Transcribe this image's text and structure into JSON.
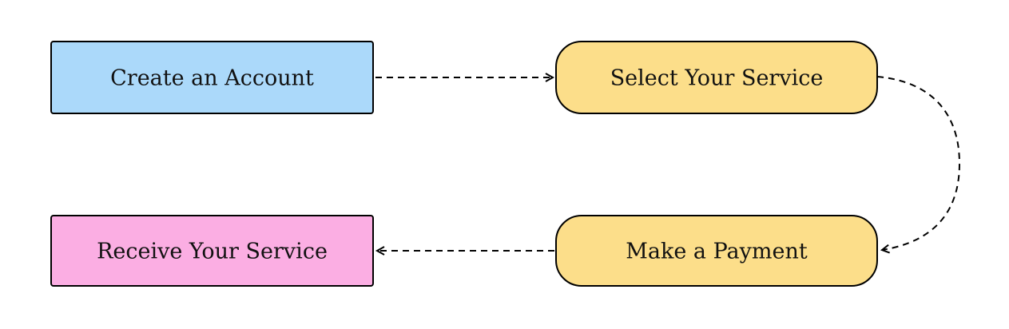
{
  "diagram": {
    "type": "flowchart",
    "background_color": "#ffffff",
    "edge_color": "#000000",
    "edge_style": "dashed",
    "arrowhead_style": "open-chevron",
    "nodes": [
      {
        "id": "create-account",
        "label": "Create an Account",
        "shape": "rectangle",
        "fill": "#ABD9FA"
      },
      {
        "id": "select-service",
        "label": "Select Your Service",
        "shape": "rounded",
        "fill": "#FCDE8A"
      },
      {
        "id": "make-payment",
        "label": "Make a Payment",
        "shape": "rounded",
        "fill": "#FCDE8A"
      },
      {
        "id": "receive-service",
        "label": "Receive Your Service",
        "shape": "rectangle",
        "fill": "#FBAEE3"
      }
    ],
    "edges": [
      {
        "from": "create-account",
        "to": "select-service",
        "style": "dashed",
        "direction": "right"
      },
      {
        "from": "select-service",
        "to": "make-payment",
        "style": "dashed",
        "direction": "curve-right-down"
      },
      {
        "from": "make-payment",
        "to": "receive-service",
        "style": "dashed",
        "direction": "left"
      }
    ]
  }
}
